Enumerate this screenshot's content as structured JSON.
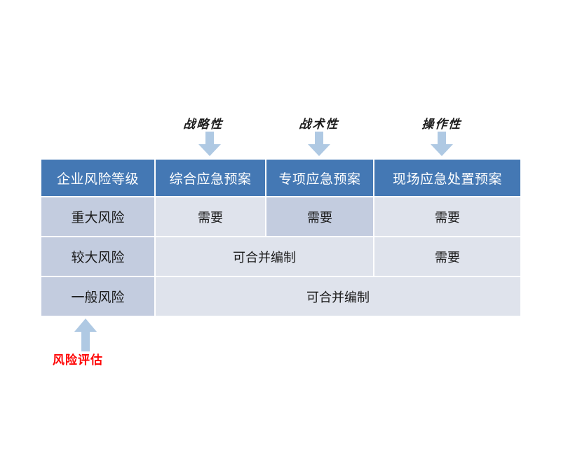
{
  "figure": {
    "type": "table",
    "arrow_color": "#AFC9E3",
    "header_color": "#4478B4",
    "cell_light_color": "#DFE3EC",
    "cell_dark_color": "#C3CCDF",
    "accent_red": "#FF0000"
  },
  "top_annotations": [
    {
      "label": "战略性",
      "target_column": "综合应急预案",
      "icon": "arrow-down-icon"
    },
    {
      "label": "战术性",
      "target_column": "专项应急预案",
      "icon": "arrow-down-icon"
    },
    {
      "label": "操作性",
      "target_column": "现场应急处置预案",
      "icon": "arrow-down-icon"
    }
  ],
  "bottom_annotation": {
    "label": "风险评估",
    "target_column": "企业风险等级",
    "icon": "arrow-up-icon"
  },
  "table": {
    "headers": [
      "企业风险等级",
      "综合应急预案",
      "专项应急预案",
      "现场应急处置预案"
    ],
    "rows": [
      {
        "level": "重大风险",
        "cells": [
          {
            "text": "需要",
            "span": 1,
            "highlight": false
          },
          {
            "text": "需要",
            "span": 1,
            "highlight": true
          },
          {
            "text": "需要",
            "span": 1,
            "highlight": false
          }
        ]
      },
      {
        "level": "较大风险",
        "cells": [
          {
            "text": "可合并编制",
            "span": 2,
            "highlight": false
          },
          {
            "text": "需要",
            "span": 1,
            "highlight": false
          }
        ]
      },
      {
        "level": "一般风险",
        "cells": [
          {
            "text": "可合并编制",
            "span": 3,
            "highlight": false
          }
        ]
      }
    ]
  },
  "chart_data": {
    "type": "table",
    "title": "",
    "columns": [
      "企业风险等级",
      "综合应急预案",
      "专项应急预案",
      "现场应急处置预案"
    ],
    "column_annotations": [
      "风险评估",
      "战略性",
      "战术性",
      "操作性"
    ],
    "data": [
      [
        "重大风险",
        "需要",
        "需要",
        "需要"
      ],
      [
        "较大风险",
        "可合并编制",
        "可合并编制",
        "需要"
      ],
      [
        "一般风险",
        "可合并编制",
        "可合并编制",
        "可合并编制"
      ]
    ],
    "merged_cells": [
      {
        "row": "较大风险",
        "columns": [
          "综合应急预案",
          "专项应急预案"
        ],
        "value": "可合并编制"
      },
      {
        "row": "一般风险",
        "columns": [
          "综合应急预案",
          "专项应急预案",
          "现场应急处置预案"
        ],
        "value": "可合并编制"
      }
    ],
    "highlighted_cells": [
      {
        "row": "重大风险",
        "column": "专项应急预案",
        "value": "需要"
      }
    ]
  }
}
